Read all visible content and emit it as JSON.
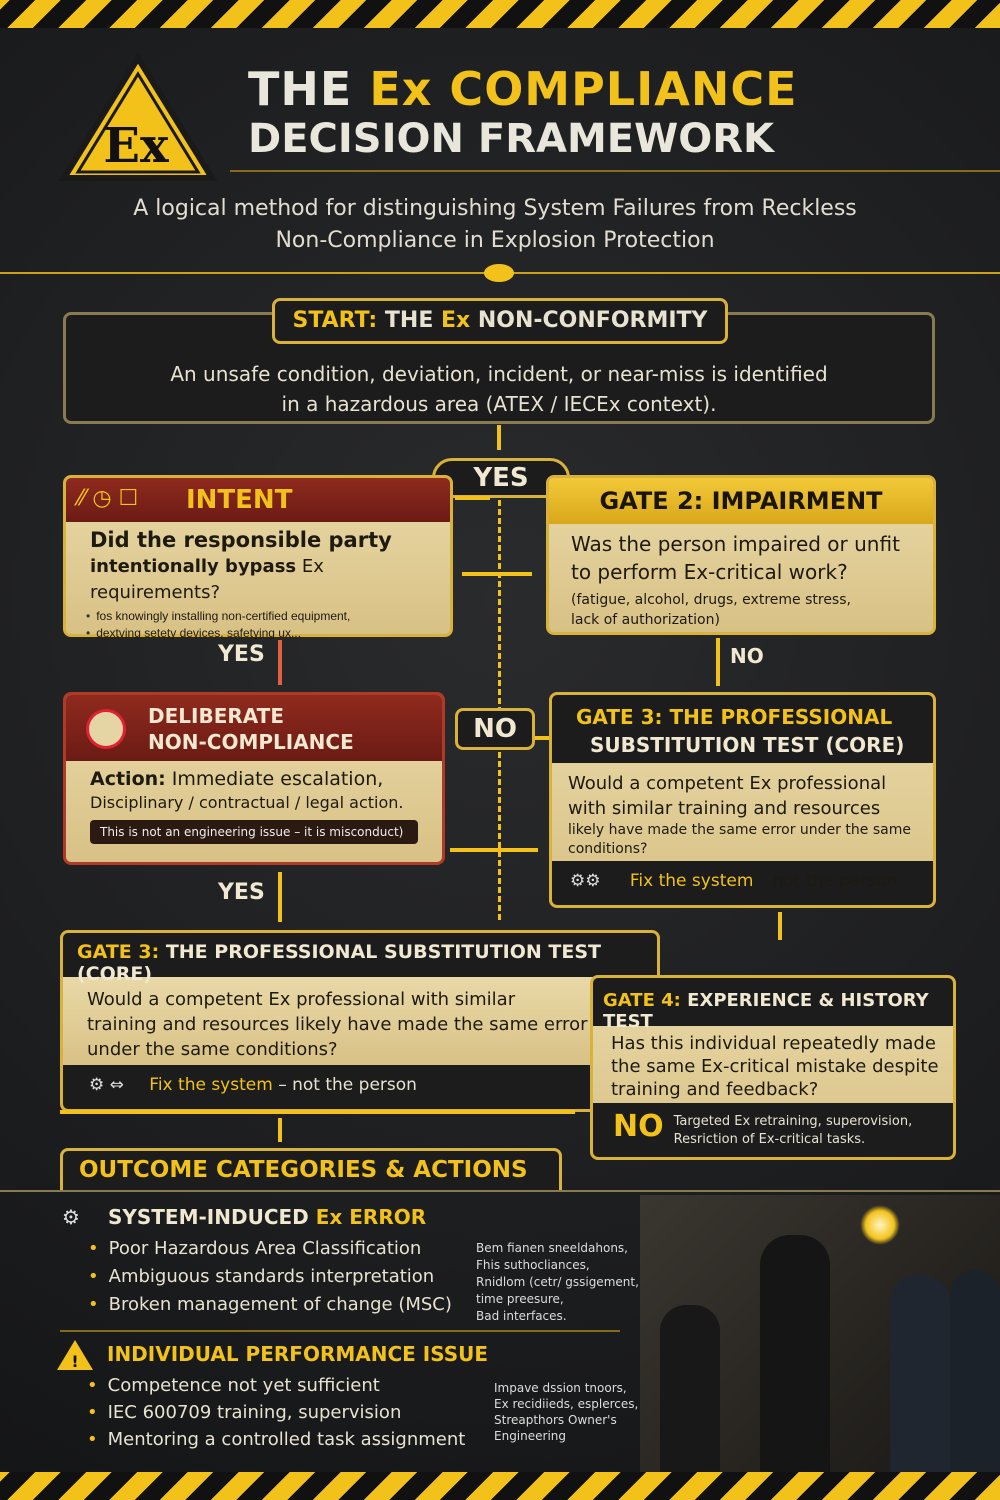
{
  "header": {
    "logo_text": "Ex",
    "title_part1": "THE ",
    "title_ex": "Ex",
    "title_part2": " COMPLIANCE",
    "title_line2": "DECISION FRAMEWORK",
    "subtitle_line1": "A logical method for distinguishing System Failures from Reckless",
    "subtitle_line2": "Non-Compliance in Explosion Protection"
  },
  "start": {
    "label_start": "START:",
    "label_rest1": " THE ",
    "label_ex": "Ex",
    "label_rest2": " NON-CONFORMITY",
    "text_line1": "An unsafe condition, deviation, incident, or near-miss is identified",
    "text_line2": "in a hazardous area (ATEX / IECEx context)."
  },
  "labels": {
    "yes_top": "YES",
    "yes_left": "YES",
    "no_right": "NO",
    "no_mid": "NO",
    "yes_bottom": "YES"
  },
  "intent": {
    "title": "INTENT",
    "q_bold1": "Did the responsible party",
    "q_bold2": "intentionally bypass",
    "q_rest": " Ex requirements?",
    "bullets": [
      "fos knowingly installing non-certified equipment,",
      "dextving setety devices, safetying ux..."
    ]
  },
  "gate2": {
    "title": "GATE 2: IMPAIRMENT",
    "q1": "Was the person impaired or unfit",
    "q2": "to perform Ex-critical work?",
    "note1": "(fatigue, alcohol, drugs, extreme stress,",
    "note2": "lack of authorization)"
  },
  "deliberate": {
    "title1": "DELIBERATE",
    "title2": "NON-COMPLIANCE",
    "action_label": "Action:",
    "action_text": " Immediate escalation,",
    "bullet": "Disciplinary / contractual / legal action.",
    "note": "This is not an engineering issue – it is misconduct)"
  },
  "gate3_right": {
    "title1": "GATE 3: THE PROFESSIONAL",
    "title2": "SUBSTITUTION TEST (CORE)",
    "q1": "Would a competent Ex professional",
    "q2": "with similar training and resources",
    "q3": "likely have made the same error under the same",
    "q4": "conditions?",
    "fix": "Fix the system",
    "fix_rest": " – not the person"
  },
  "gate3_main": {
    "title_gate": "GATE 3:",
    "title_rest": " THE PROFESSIONAL SUBSTITUTION TEST (CORE)",
    "q1": "Would a competent Ex professional with similar",
    "q2": "training and resources likely have made the same error",
    "q3": "under the same conditions?",
    "fix": "Fix the system",
    "fix_rest": " – not the person"
  },
  "gate4": {
    "title_gate": "GATE 4:",
    "title_rest": " EXPERIENCE & HISTORY TEST",
    "q1": "Has this individual repeatedly made",
    "q2": "the same Ex-critical mistake despite",
    "q3": "training and feedback?",
    "no": "NO",
    "no_text1": "Targeted Ex retraining, superovision,",
    "no_text2": "Resriction of Ex-critical tasks."
  },
  "outcomes": {
    "title": "OUTCOME CATEGORIES & ACTIONS",
    "system": {
      "title1": "SYSTEM-INDUCED ",
      "title_ex": "Ex",
      "title2": " ERROR",
      "items": [
        "Poor Hazardous Area Classification",
        "Ambiguous standards interpretation",
        "Broken management of change (MSC)"
      ],
      "side": [
        "Bem fianen sneeldahons,",
        "Fhis suthocliances,",
        "Rnidlom (cetr/ gssigement,",
        "time preesure,",
        "Bad interfaces."
      ]
    },
    "individual": {
      "title": "INDIVIDUAL PERFORMANCE ISSUE",
      "items": [
        "Competence not yet sufficient",
        "IEC 600709 training, supervision",
        "Mentoring a controlled task assignment"
      ],
      "side": [
        "Impave dssion tnoors,",
        "Ex recidiieds, esplerces,",
        "Streapthors Owner's",
        "Engineering"
      ]
    }
  },
  "colors": {
    "accent": "#f2c21b",
    "red": "#7c2218",
    "parchment": "#e3d19c"
  }
}
